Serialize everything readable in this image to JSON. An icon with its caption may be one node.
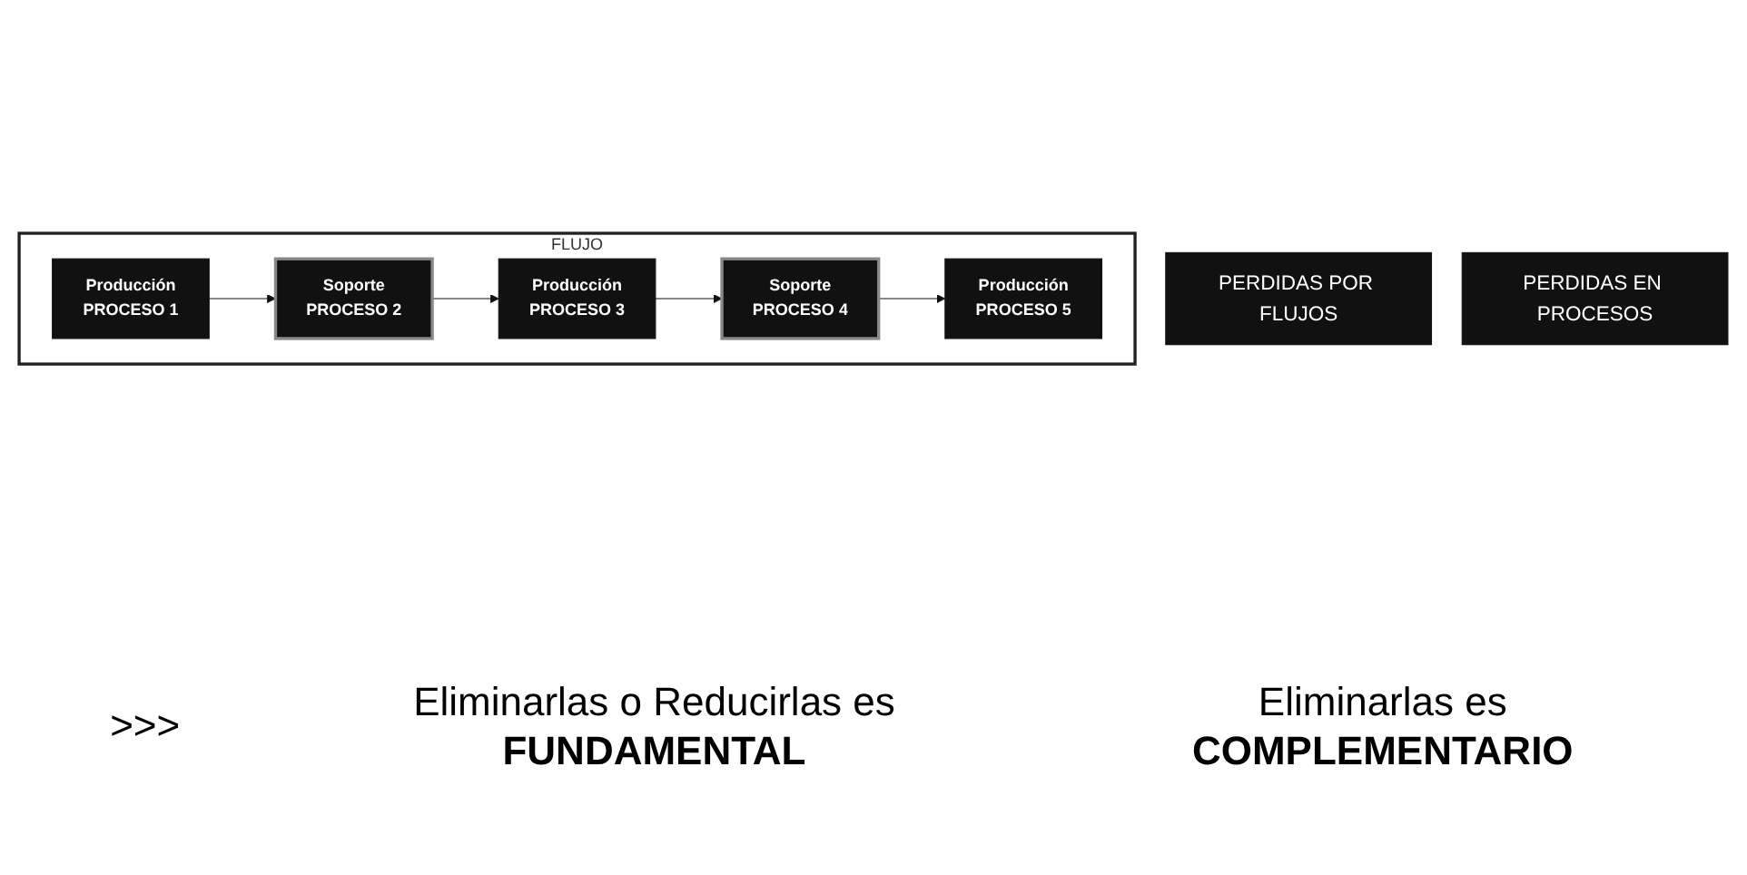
{
  "diagram": {
    "nodes": [
      {
        "text": [
          "FLUJO"
        ]
      },
      {
        "text": [
          "Producción",
          "PROCESO 1"
        ],
        "in": 0
      },
      {
        "text": [
          "Soporte",
          "PROCESO 2"
        ],
        "in": 0
      },
      {
        "text": [
          "Producción",
          "PROCESO 3"
        ],
        "in": 0
      },
      {
        "text": [
          "Soporte",
          "PROCESO 4"
        ],
        "in": 0
      },
      {
        "text": [
          "Producción",
          "PROCESO 5"
        ],
        "in": 0
      },
      {
        "text": [
          "PERDIDAS POR FLUJOS"
        ]
      },
      {
        "text": [
          "PERDIDAS EN PROCESOS"
        ]
      }
    ],
    "edges": [
      {
        "from": 1,
        "to": 2,
        "arrow": "to"
      },
      {
        "from": 2,
        "to": 3,
        "arrow": "to"
      },
      {
        "from": 3,
        "to": 4,
        "arrow": "to"
      },
      {
        "from": 4,
        "to": 5,
        "arrow": "to"
      }
    ],
    "labels": [
      ">>>",
      "Eliminarlas o Reducirlas es **FUNDAMENTAL**",
      "Eliminarlas es **COMPLEMENTARIO**"
    ]
  }
}
